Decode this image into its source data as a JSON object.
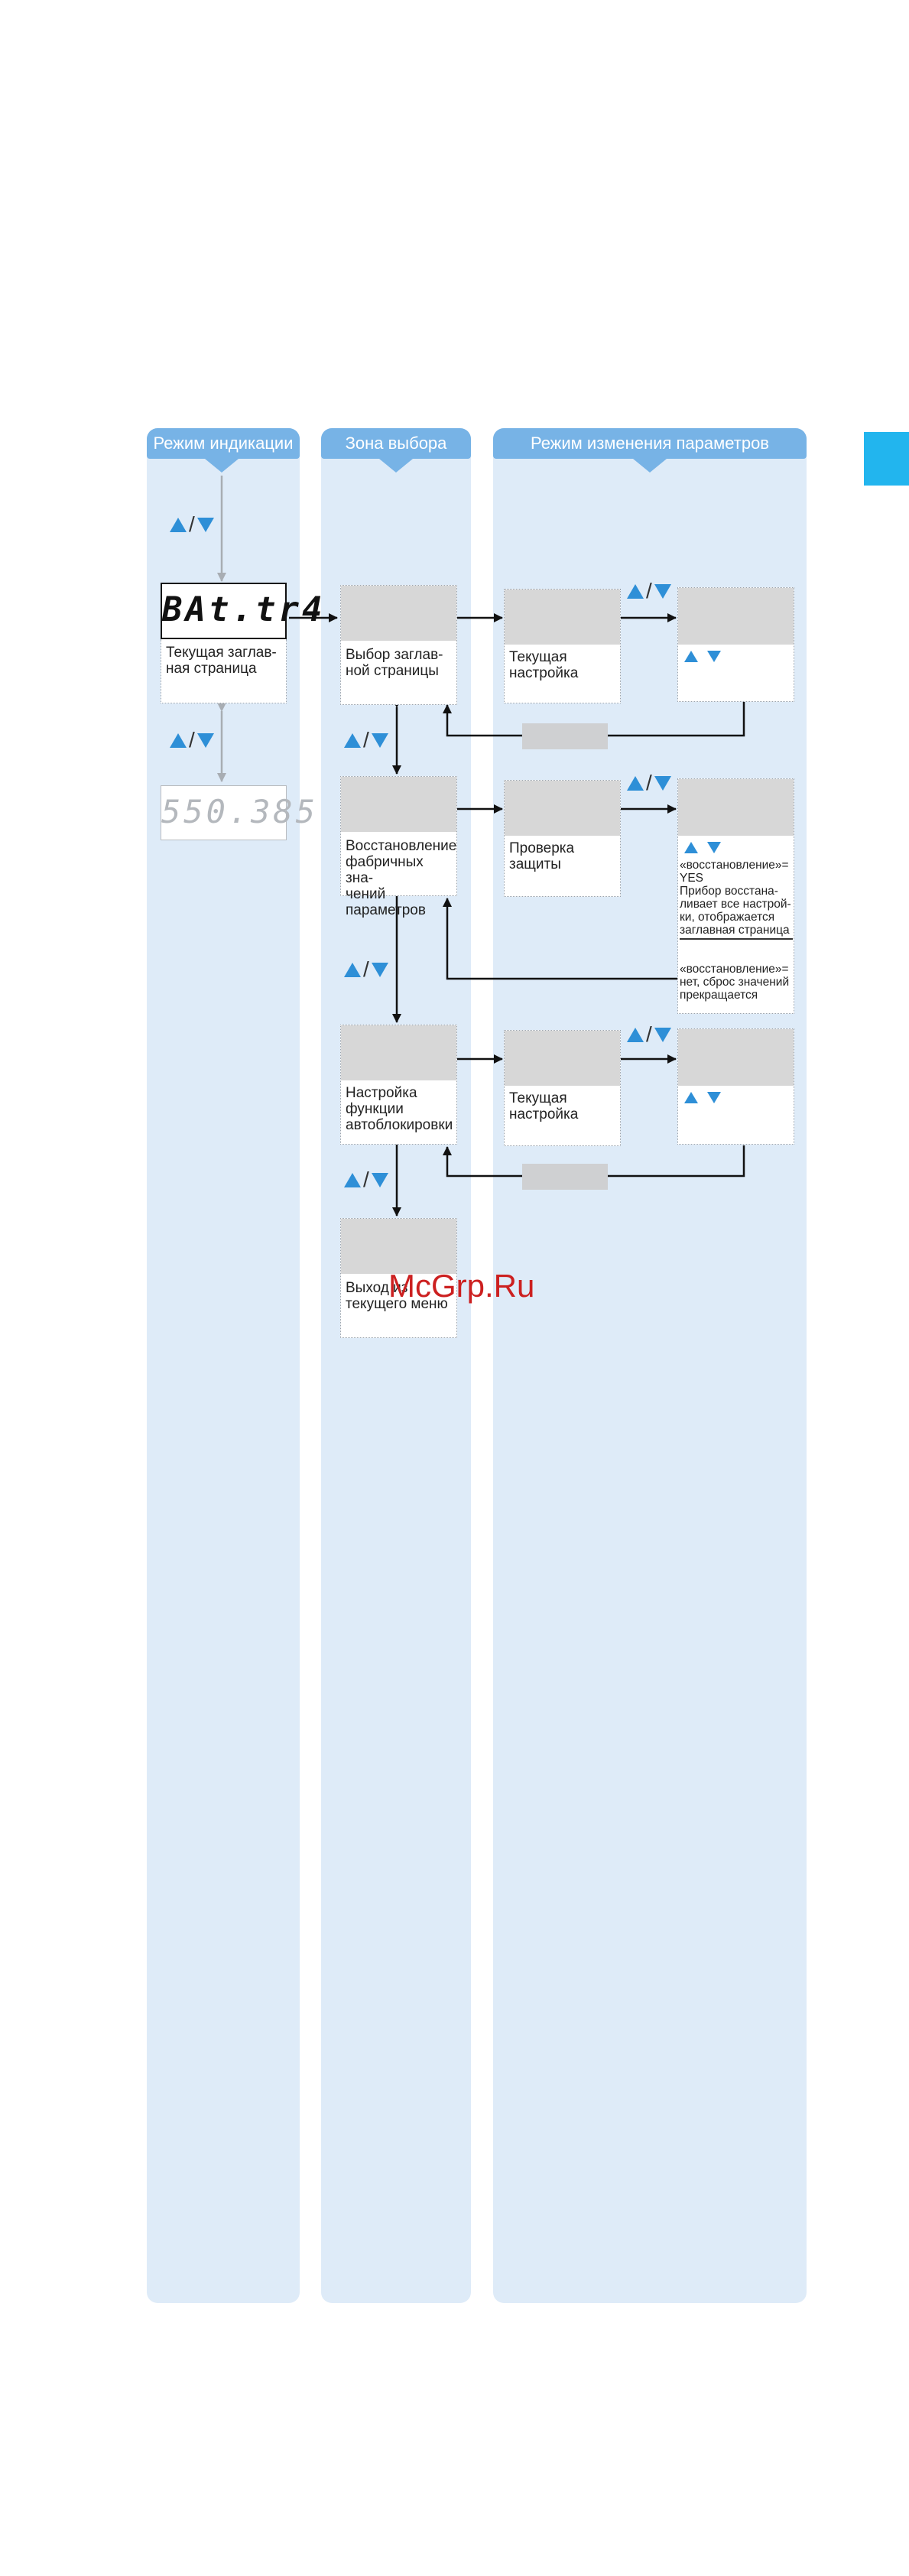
{
  "columns": {
    "indication": "Режим индикации",
    "selection": "Зона выбора",
    "parameters": "Режим изменения параметров"
  },
  "display": {
    "primary": "BAt.tr4",
    "secondary": "550.385"
  },
  "labels": {
    "current_home": "Текущая заглав-\nная страница",
    "select_home": "Выбор заглав-\nной страницы",
    "current_setting_1": "Текущая\nнастройка",
    "restore_factory": "Восстановление\nфабричных зна-\nчений параметров",
    "protection_check": "Проверка\nзащиты",
    "restore_yes": "«восстановление»=\nYES\nПрибор восстана-\nливает все настрой-\nки, отображается\nзаглавная страница",
    "restore_no": "«восстановление»=\nнет, сброс значений\nпрекращается",
    "autolock": "Настройка\nфункции\nавтоблокировки",
    "current_setting_2": "Текущая\nнастройка",
    "exit_menu": "Выход из\nтекущего меню"
  },
  "watermark": "McGrp.Ru",
  "colors": {
    "column_bg": "#deebf8",
    "column_header": "#77b3e6",
    "arrow_blue": "#2e8fd7",
    "side_tab": "#22b5ee",
    "watermark": "#cc2020"
  }
}
